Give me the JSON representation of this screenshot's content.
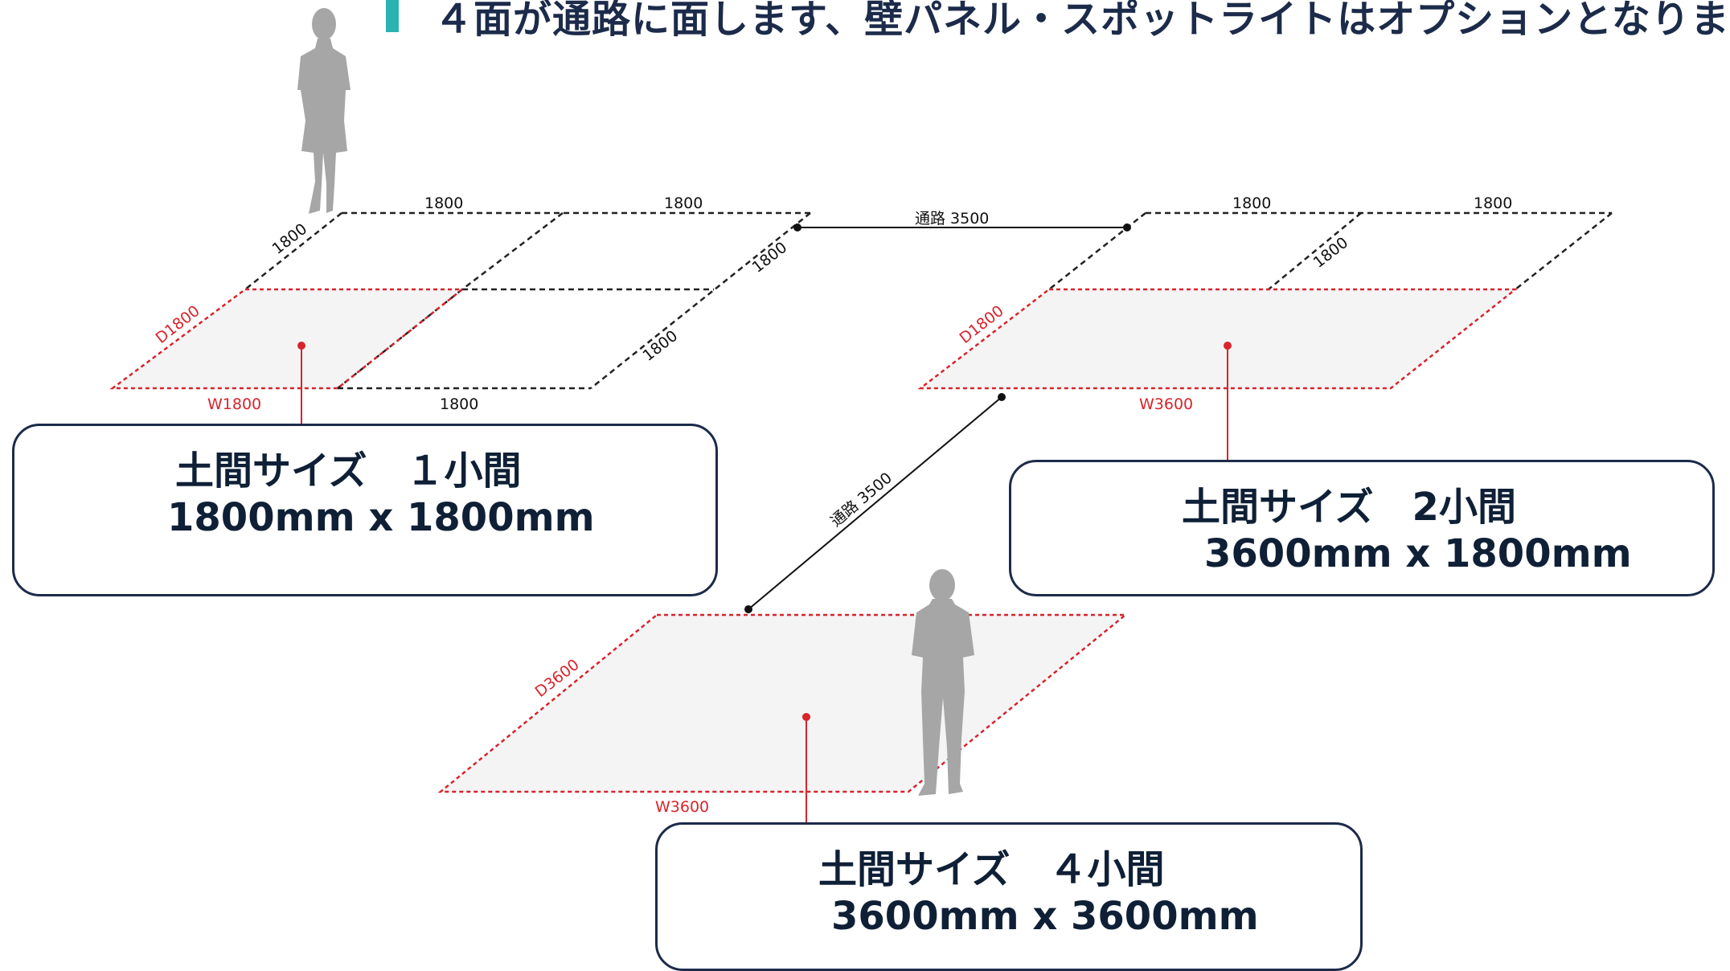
{
  "title": "４面が通路に面します、壁パネル・スポットライトはオプションとなりま",
  "colors": {
    "accent_bar": "#2bb3b1",
    "red_outline": "#d8242c",
    "dashed_black": "#222222",
    "box_border": "#1c2b4a",
    "floor_fill": "#f4f4f4",
    "silhouette": "#a6a6a6"
  },
  "dimensions": {
    "row1_top_left": "1800",
    "row1_top_right": "1800",
    "row1_depth_back": "1800",
    "row1_depth_front": "1800",
    "row1_depth_right": "1800",
    "row1_d": "D1800",
    "row1_w": "W1800",
    "row1_bottom": "1800",
    "aisle_top": "通路 3500",
    "row2_top_left": "1800",
    "row2_top_right": "1800",
    "row2_depth_mid": "1800",
    "row2_d": "D1800",
    "row2_w": "W3600",
    "aisle_diag": "通路 3500",
    "row3_d": "D3600",
    "row3_w": "W3600"
  },
  "boxes": [
    {
      "line1": "土間サイズ　１小間",
      "line2": "1800mm x 1800mm"
    },
    {
      "line1": "土間サイズ　2小間",
      "line2": "3600mm x 1800mm"
    },
    {
      "line1": "土間サイズ　４小間",
      "line2": "3600mm  x 3600mm"
    }
  ],
  "icons": [
    "person-silhouette-icon",
    "person-silhouette-icon"
  ]
}
